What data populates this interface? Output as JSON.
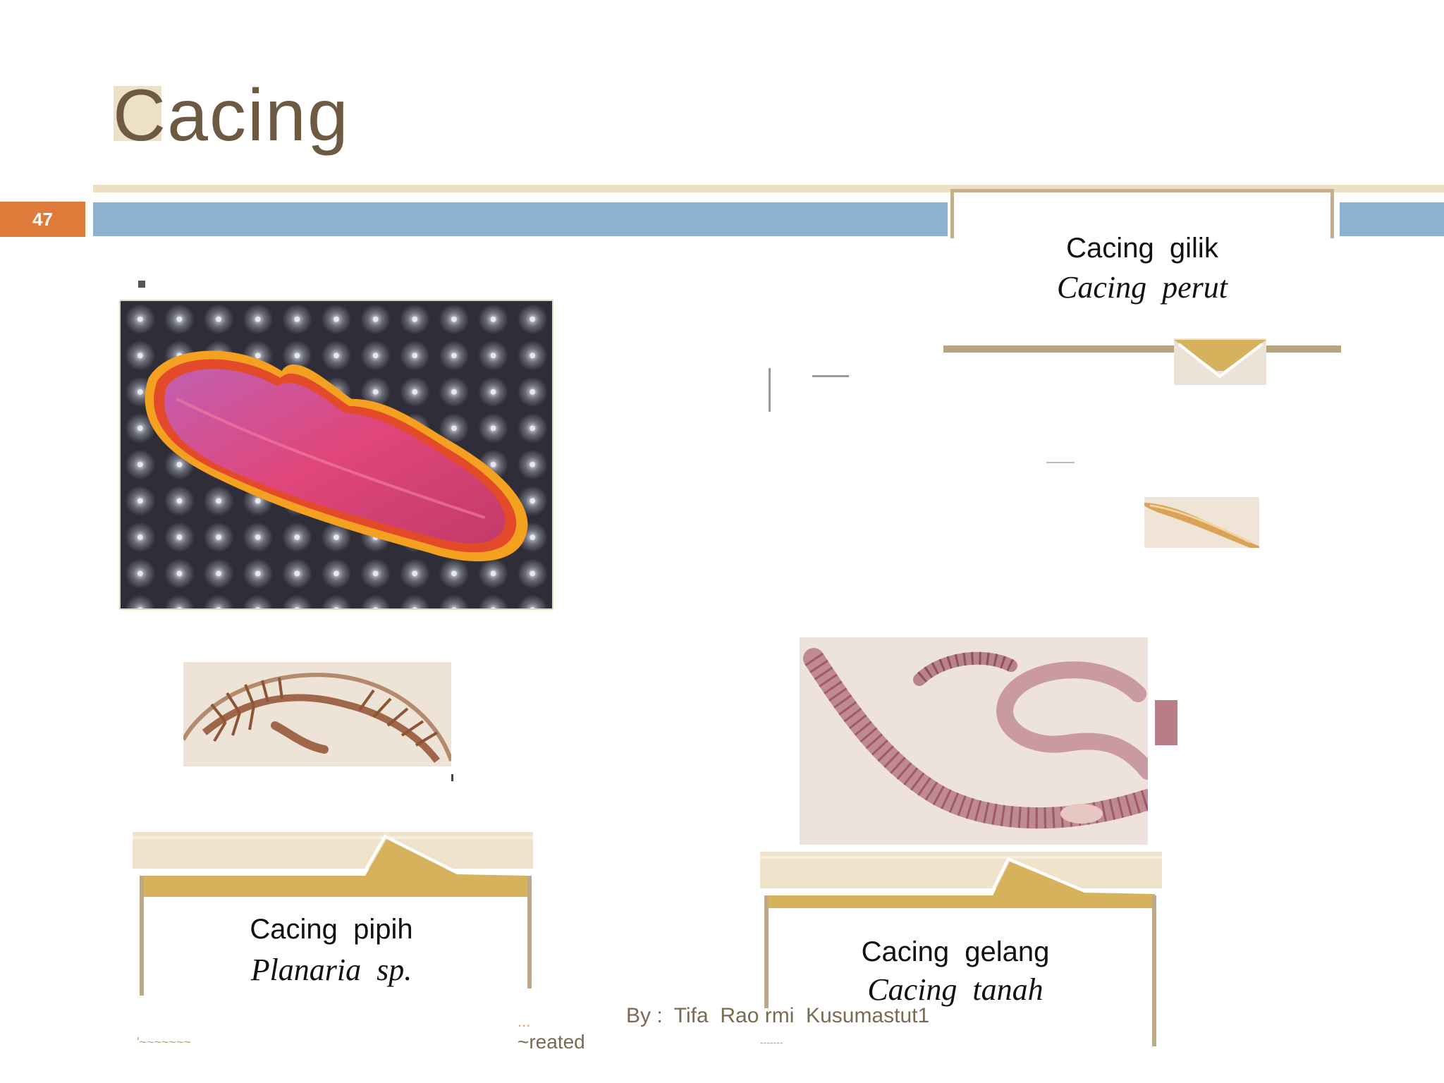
{
  "slide": {
    "number": "47",
    "title": "Cacing"
  },
  "labels": {
    "gilik": {
      "common": "Cacing  gilik",
      "latin": "Cacing  perut"
    },
    "pipih": {
      "common": "Cacing  pipih",
      "latin": "Planaria  sp."
    },
    "gelang": {
      "common": "Cacing  gelang",
      "latin": "Cacing  tanah"
    }
  },
  "footer": {
    "author": "By :  Tifa  Rao rmi  Kusumastut1",
    "created": "~reated",
    "ellipsis": "...",
    "squiggle_left": "'~~~~~~~",
    "squiggle_mid": "-------"
  },
  "colors": {
    "title": "#6e5a42",
    "accent_blue": "#8fb3ce",
    "accent_orange": "#e07a3a",
    "accent_gold": "#d7b25c",
    "frame_tan": "#c4b08a"
  },
  "images": {
    "planaria_photo": "flatworm-photo",
    "tapeworm_illustration": "flatworm-illustration",
    "earthworm_illustration": "earthworm-illustration",
    "roundworm_fragment": "roundworm-fragment"
  }
}
